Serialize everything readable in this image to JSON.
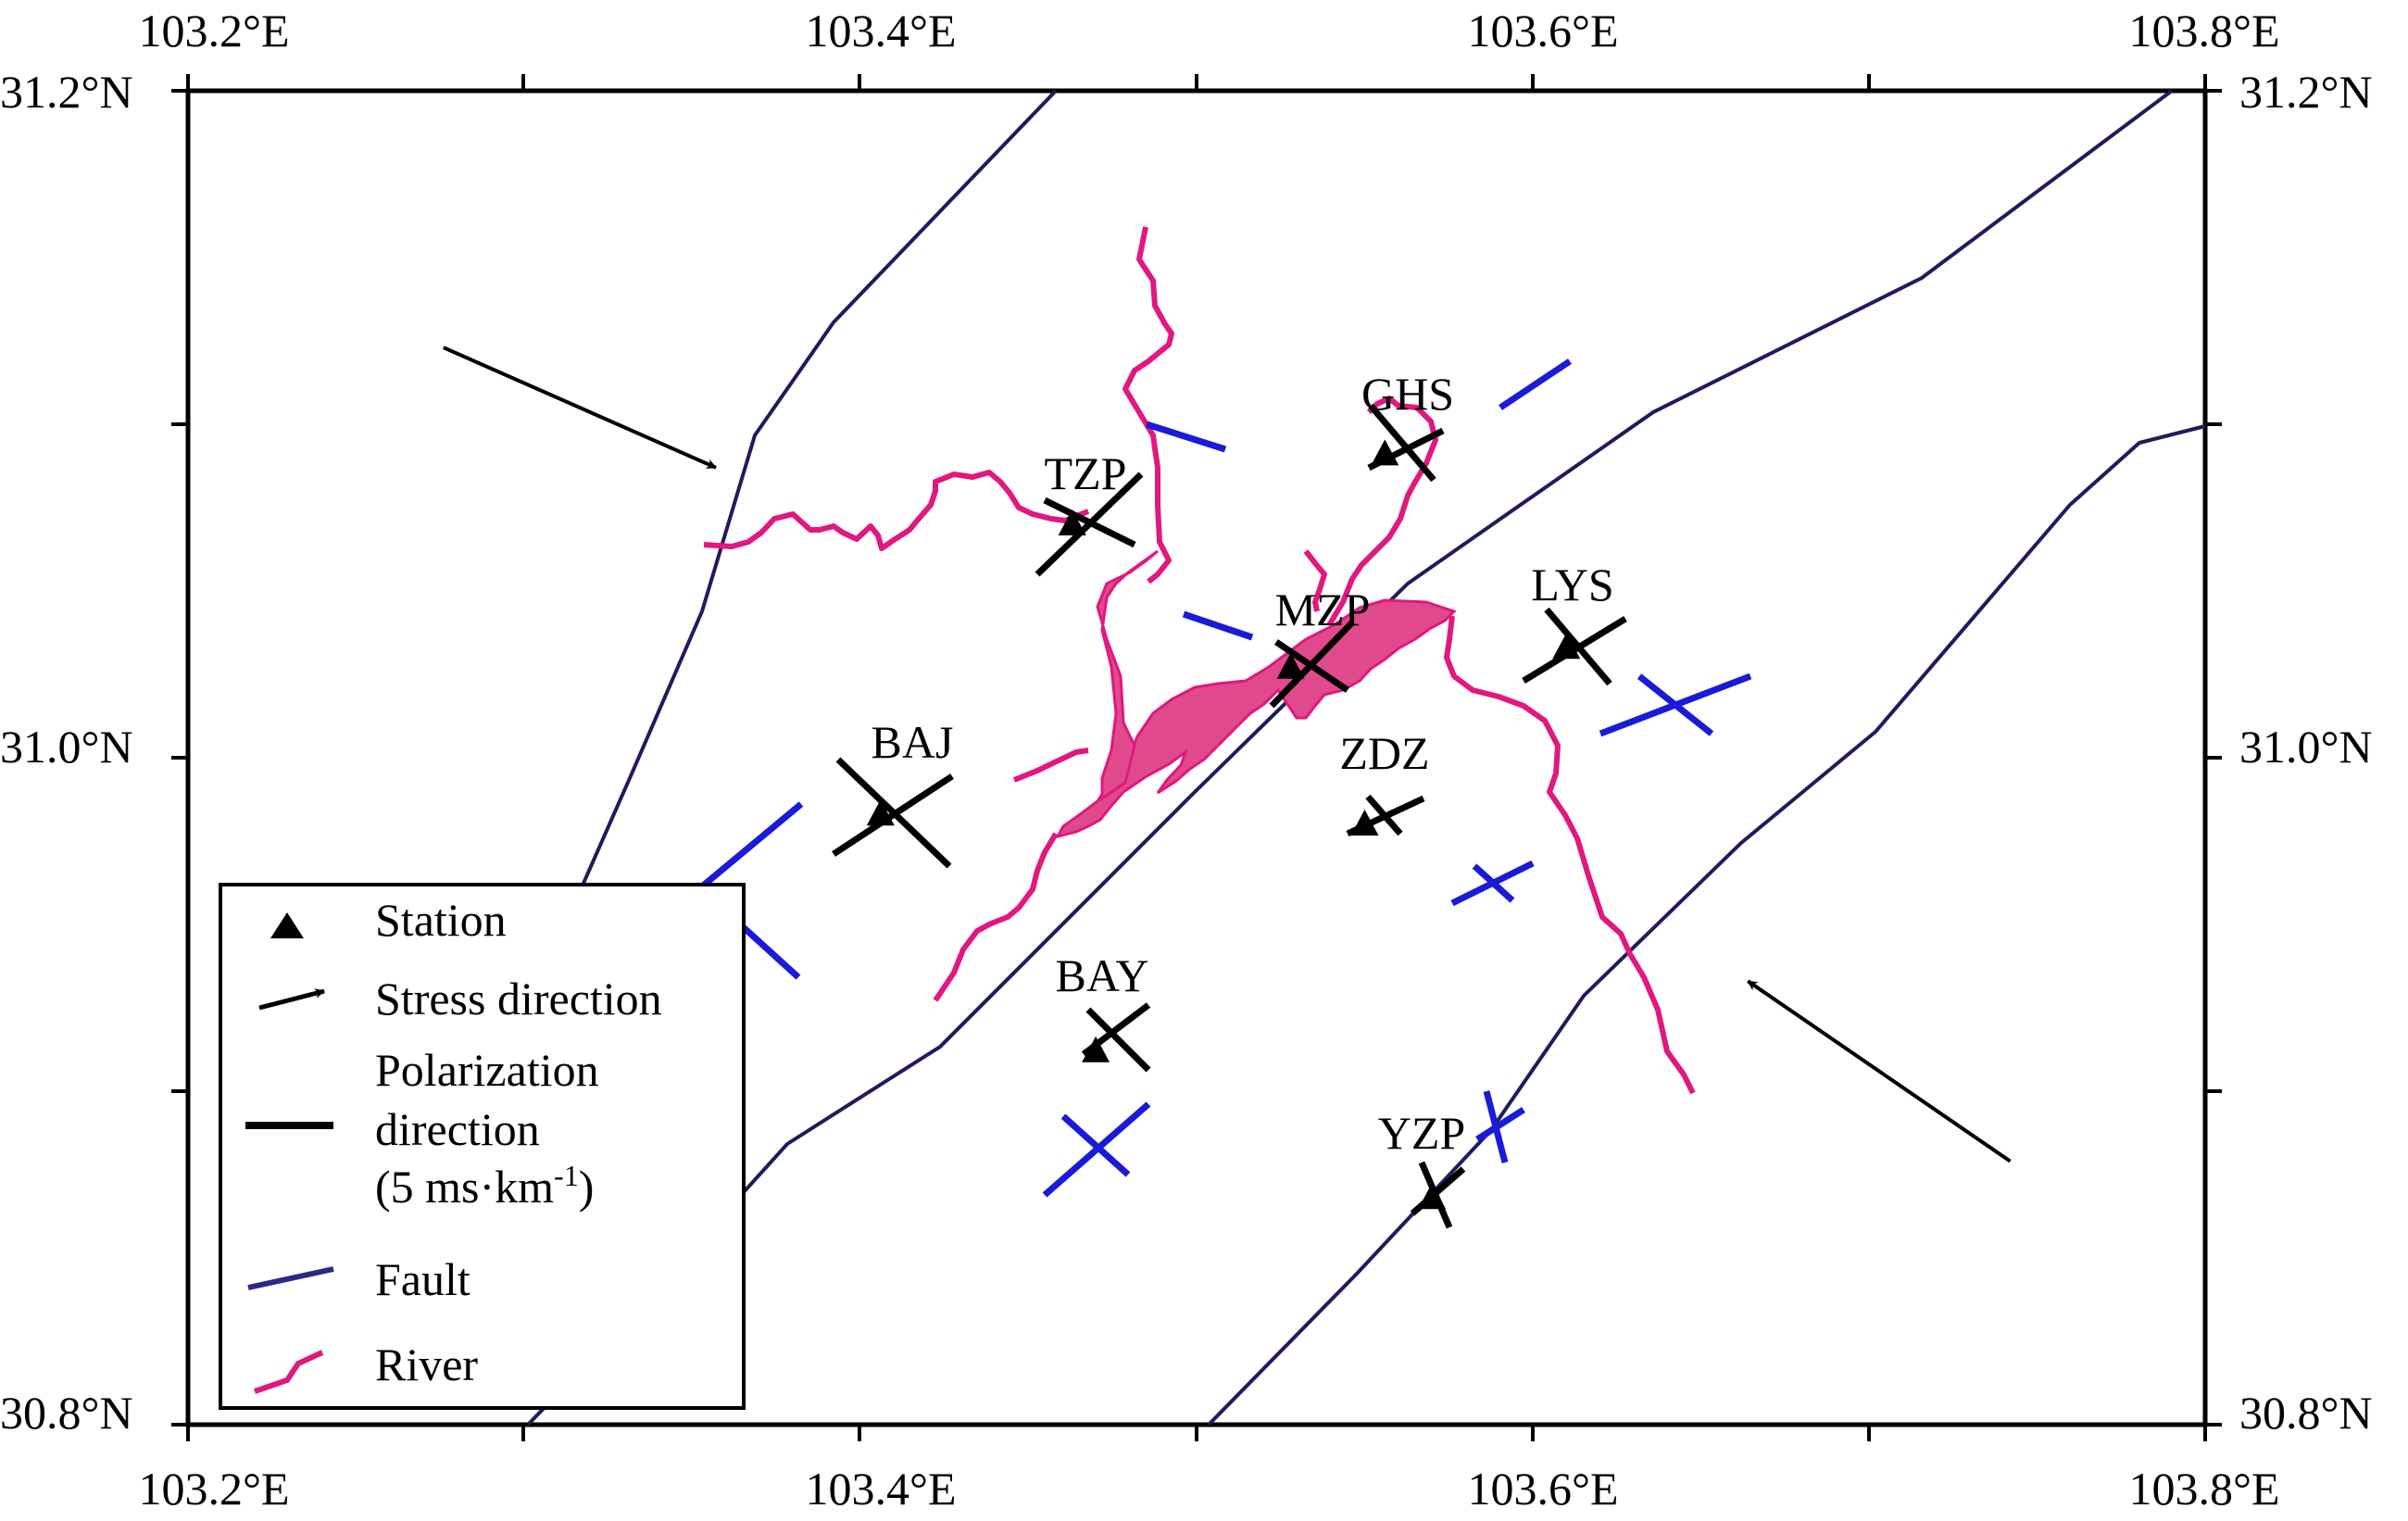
{
  "map": {
    "axis_labels": {
      "top": [
        "103.2°E",
        "103.4°E",
        "103.6°E",
        "103.8°E"
      ],
      "bottom": [
        "103.2°E",
        "103.4°E",
        "103.6°E",
        "103.8°E"
      ],
      "left": [
        "31.2°N",
        "31.0°N",
        "30.8°N"
      ],
      "right": [
        "31.2°N",
        "31.0°N",
        "30.8°N"
      ]
    },
    "stations": [
      {
        "code": "GHS",
        "lon": 103.556,
        "lat": 31.091
      },
      {
        "code": "TZP",
        "lon": 103.463,
        "lat": 31.07
      },
      {
        "code": "MZP",
        "lon": 103.528,
        "lat": 31.027
      },
      {
        "code": "LYS",
        "lon": 103.61,
        "lat": 31.033
      },
      {
        "code": "BAJ",
        "lon": 103.406,
        "lat": 30.983
      },
      {
        "code": "ZDZ",
        "lon": 103.55,
        "lat": 30.98
      },
      {
        "code": "BAY",
        "lon": 103.47,
        "lat": 30.912
      },
      {
        "code": "YZP",
        "lon": 103.57,
        "lat": 30.868
      }
    ],
    "stress_arrows": [
      {
        "from": {
          "lon": 103.276,
          "lat": 31.123
        },
        "to": {
          "lon": 103.357,
          "lat": 31.087
        }
      },
      {
        "from": {
          "lon": 103.742,
          "lat": 30.879
        },
        "to": {
          "lon": 103.664,
          "lat": 30.933
        }
      }
    ],
    "colors": {
      "station_marker": "#000000",
      "polarization": "#000000",
      "reference_cross": "#1a1ad9",
      "fault": "#1c1c5e",
      "river": "#e0187f",
      "reservoir_fill": "#e04a8c"
    }
  },
  "legend": {
    "items": [
      {
        "key": "station",
        "label": "Station"
      },
      {
        "key": "stress",
        "label": "Stress direction"
      },
      {
        "key": "fault",
        "label": "Fault"
      },
      {
        "key": "river",
        "label": "River"
      }
    ],
    "polarization_lines": [
      "Polarization",
      "direction",
      "(5 ms·km",
      "-1",
      ")"
    ]
  }
}
